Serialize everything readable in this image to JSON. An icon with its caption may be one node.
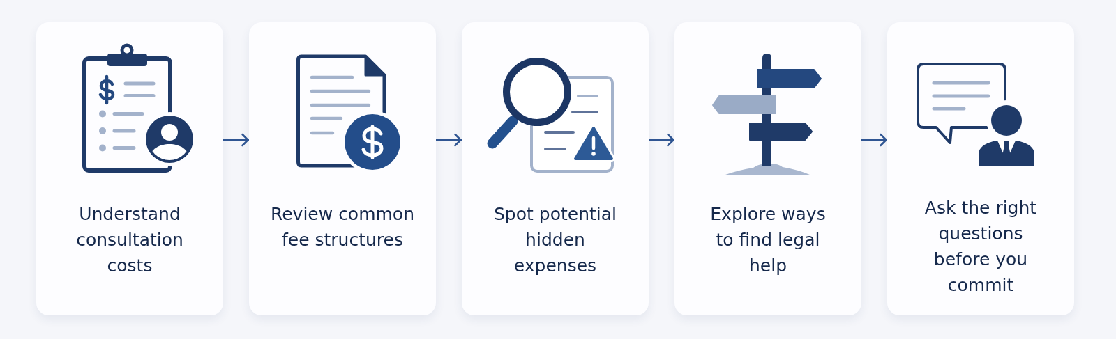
{
  "diagram": {
    "nodes": [
      {
        "text": [
          "Understand consultation costs"
        ]
      },
      {
        "text": [
          "Review common fee structures"
        ]
      },
      {
        "text": [
          "Spot potential hidden expenses"
        ]
      },
      {
        "text": [
          "Explore ways to find legal help"
        ]
      },
      {
        "text": [
          "Ask the right questions before you commit"
        ]
      }
    ],
    "edges": [
      {
        "from": 0,
        "to": 1,
        "arrow": "to"
      },
      {
        "from": 1,
        "to": 2,
        "arrow": "to"
      },
      {
        "from": 2,
        "to": 3,
        "arrow": "to"
      },
      {
        "from": 3,
        "to": 4,
        "arrow": "to"
      }
    ]
  }
}
